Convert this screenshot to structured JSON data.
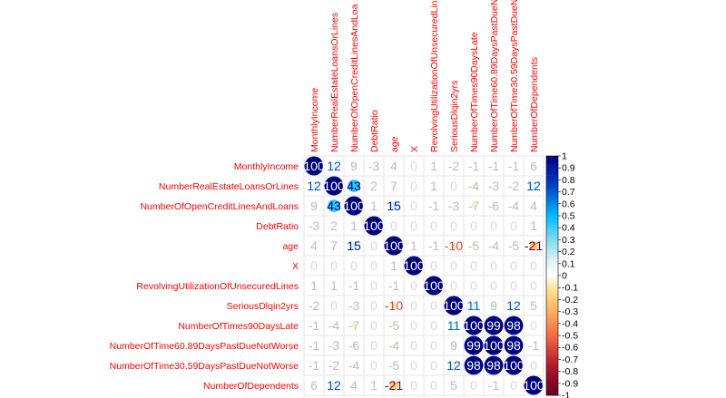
{
  "chart_data": {
    "type": "heatmap",
    "title": "",
    "variables": [
      "MonthlyIncome",
      "NumberRealEstateLoansOrLines",
      "NumberOfOpenCreditLinesAndLoans",
      "DebtRatio",
      "age",
      "X",
      "RevolvingUtilizationOfUnsecuredLines",
      "SeriousDlqin2yrs",
      "NumberOfTimes90DaysLate",
      "NumberOfTime60.89DaysPastDueNotWorse",
      "NumberOfTime30.59DaysPastDueNotWorse",
      "NumberOfDependents"
    ],
    "column_labels_visible": [
      "MonthlyIncome",
      "NumberRealEstateLoansOrLines",
      "NumberOfOpenCreditLinesAndLoa",
      "DebtRatio",
      "age",
      "X",
      "RevolvingUtilizationOfUnsecuredLin",
      "SeriousDlqin2yrs",
      "NumberOfTimes90DaysLate",
      "NumberOfTime60.89DaysPastDueN",
      "NumberOfTime30.59DaysPastDueN",
      "NumberOfDependents"
    ],
    "values": [
      [
        100,
        12,
        9,
        -3,
        4,
        0,
        1,
        -2,
        -1,
        -1,
        -1,
        6
      ],
      [
        12,
        100,
        43,
        2,
        7,
        0,
        1,
        0,
        -4,
        -3,
        -2,
        12
      ],
      [
        9,
        43,
        100,
        1,
        15,
        0,
        -1,
        -3,
        -7,
        -6,
        -4,
        4
      ],
      [
        -3,
        2,
        1,
        100,
        0,
        0,
        0,
        0,
        0,
        0,
        0,
        1
      ],
      [
        4,
        7,
        15,
        0,
        100,
        1,
        -1,
        -10,
        -5,
        -4,
        -5,
        -21
      ],
      [
        0,
        0,
        0,
        0,
        1,
        100,
        0,
        0,
        0,
        0,
        0,
        0
      ],
      [
        1,
        1,
        -1,
        0,
        -1,
        0,
        100,
        0,
        0,
        0,
        0,
        0
      ],
      [
        -2,
        0,
        -3,
        0,
        -10,
        0,
        0,
        100,
        11,
        9,
        12,
        5
      ],
      [
        -1,
        -4,
        -7,
        0,
        -5,
        0,
        0,
        11,
        100,
        99,
        98,
        0
      ],
      [
        -1,
        -3,
        -6,
        0,
        -4,
        0,
        0,
        9,
        99,
        100,
        98,
        -1
      ],
      [
        -1,
        -2,
        -4,
        0,
        -5,
        0,
        0,
        12,
        98,
        98,
        100,
        0
      ],
      [
        6,
        12,
        4,
        1,
        -21,
        0,
        0,
        5,
        0,
        -1,
        0,
        100
      ]
    ],
    "colorbar_ticks": [
      "1",
      "0.9",
      "0.8",
      "0.7",
      "0.6",
      "0.5",
      "0.4",
      "0.3",
      "0.2",
      "0.1",
      "0",
      "-0.1",
      "-0.2",
      "-0.3",
      "-0.4",
      "-0.5",
      "-0.6",
      "-0.7",
      "-0.8",
      "-0.9",
      "-1"
    ],
    "colorbar_range": [
      -1,
      1
    ],
    "colors": {
      "label": "#ff0000",
      "grid": "#e6e6e6",
      "circle_max": "#00007f",
      "number_text": "#ffffff",
      "zero_text": "#d9d9d9"
    }
  }
}
